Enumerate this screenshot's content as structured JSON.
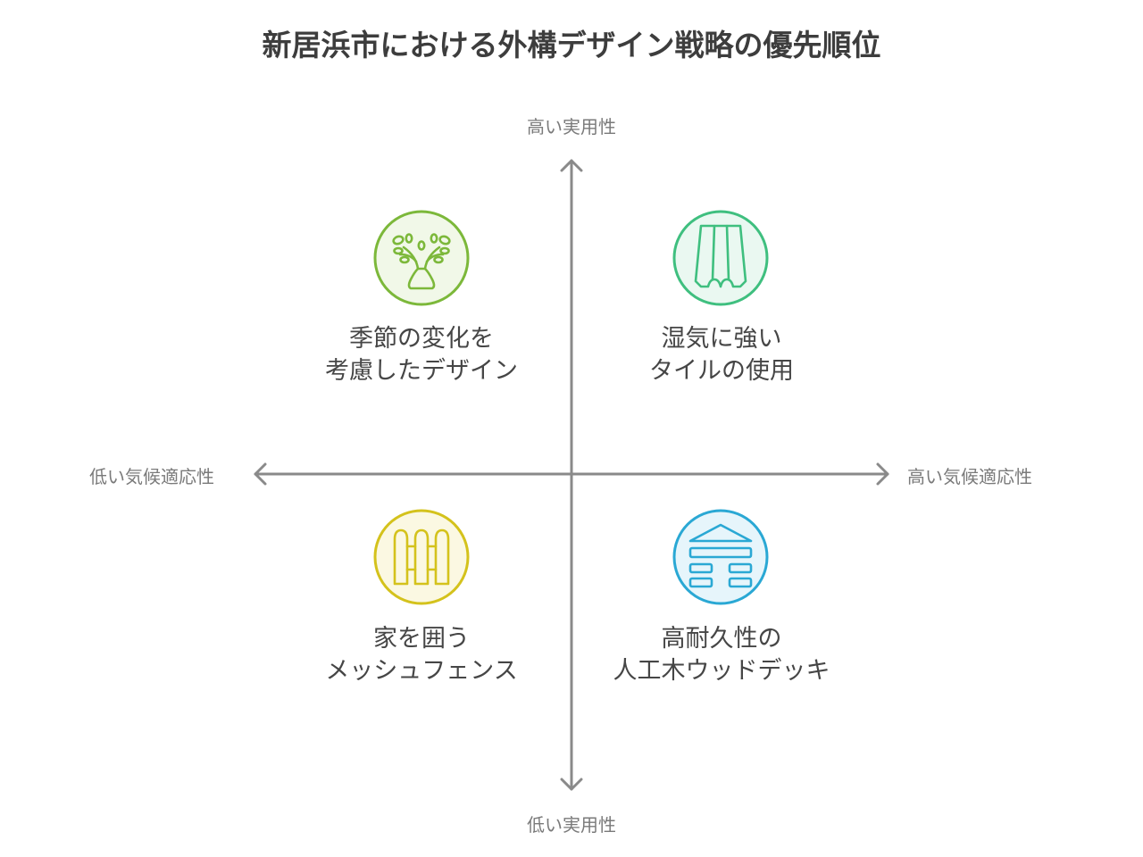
{
  "title": "新居浜市における外構デザイン戦略の優先順位",
  "axes": {
    "y_high": "高い実用性",
    "y_low": "低い実用性",
    "x_low": "低い気候適応性",
    "x_high": "高い気候適応性",
    "color": "#888888"
  },
  "quadrants": [
    {
      "position": "top-left",
      "icon": "plant-vase-icon",
      "color": "#7cb83a",
      "fill": "#f1f8e8",
      "line1": "季節の変化を",
      "line2": "考慮したデザイン"
    },
    {
      "position": "top-right",
      "icon": "roof-tile-icon",
      "color": "#3fbf7f",
      "fill": "#eaf8f1",
      "line1": "湿気に強い",
      "line2": "タイルの使用"
    },
    {
      "position": "bottom-left",
      "icon": "fence-icon",
      "color": "#d4c21c",
      "fill": "#fbf8e2",
      "line1": "家を囲う",
      "line2": "メッシュフェンス"
    },
    {
      "position": "bottom-right",
      "icon": "wood-deck-icon",
      "color": "#2aa8d4",
      "fill": "#e6f5fb",
      "line1": "高耐久性の",
      "line2": "人工木ウッドデッキ"
    }
  ]
}
